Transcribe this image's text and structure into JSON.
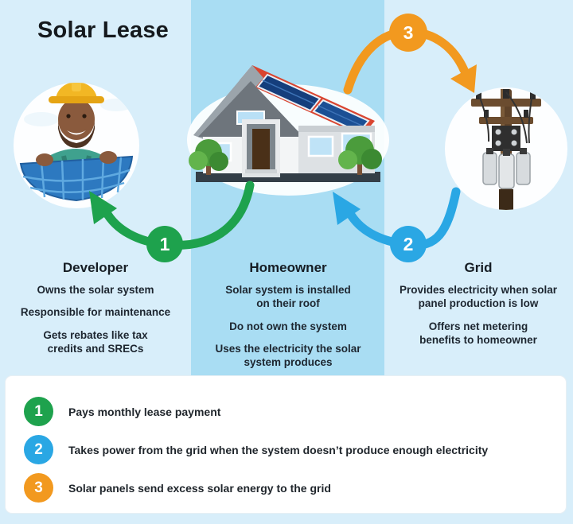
{
  "title": "Solar Lease",
  "entities": [
    {
      "name": "Developer",
      "points": [
        "Owns the solar system",
        "Responsible for maintenance",
        "Gets rebates like tax credits and SRECs"
      ]
    },
    {
      "name": "Homeowner",
      "points": [
        "Solar system is installed on their roof",
        "Do not own the system",
        "Uses the electricity the solar system produces"
      ]
    },
    {
      "name": "Grid",
      "points": [
        "Provides electricity when solar panel production is low",
        "Offers net metering benefits to homeowner"
      ]
    }
  ],
  "flows": [
    {
      "number": "1",
      "from": "Homeowner",
      "to": "Developer",
      "color": "#1ea24d",
      "description": "Pays monthly lease payment"
    },
    {
      "number": "2",
      "from": "Grid",
      "to": "Homeowner",
      "color": "#2aa7e4",
      "description": "Takes power from the grid when the system doesn’t produce enough electricity"
    },
    {
      "number": "3",
      "from": "Homeowner",
      "to": "Grid",
      "color": "#f2991f",
      "description": "Solar panels send excess solar energy to the grid"
    }
  ],
  "colors": {
    "background": "#d8eefa",
    "center_band": "#a9ddf3",
    "legend_panel": "#ffffff",
    "green": "#1ea24d",
    "blue": "#2aa7e4",
    "orange": "#f2991f",
    "roof_red": "#d94530",
    "text": "#1d2630"
  }
}
